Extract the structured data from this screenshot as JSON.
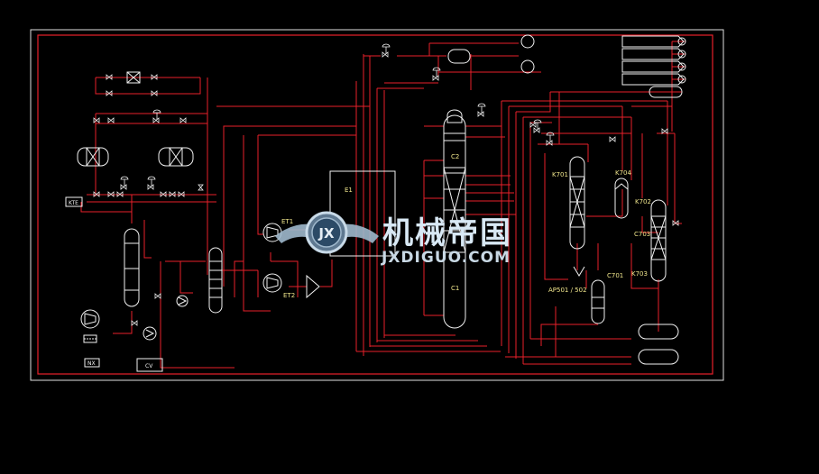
{
  "colors": {
    "background": "#000000",
    "pipe": "#e8202a",
    "equipment": "#f2f2f2",
    "label_yellow": "#f0e68c",
    "watermark": "#b8ccdc"
  },
  "labels": {
    "tag_C2": "C2",
    "tag_C1": "C1",
    "tag_E1": "E1",
    "tag_ET1": "ET1",
    "tag_ET2": "ET2",
    "tag_K701": "K701",
    "tag_K704": "K704",
    "tag_K702": "K702",
    "tag_C703": "C703",
    "tag_K703": "K703",
    "tag_C701": "C701",
    "tag_AP501": "AP501 / 502",
    "tag_KTE": "KTE",
    "tag_NX": "NX",
    "tag_CV": "CV"
  },
  "watermark": {
    "cn": "机械帝国",
    "en": "JXDIGUO.COM",
    "badge": "JX"
  }
}
